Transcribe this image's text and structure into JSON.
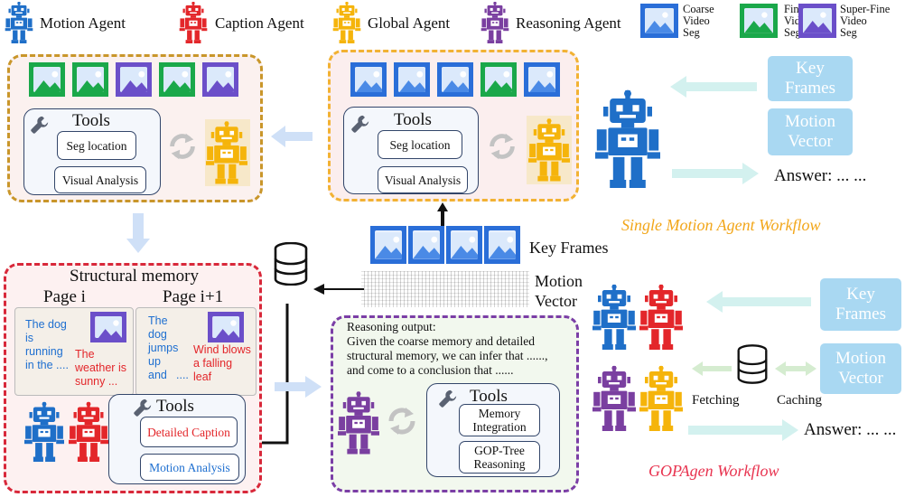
{
  "legend": {
    "motion_agent": "Motion Agent",
    "caption_agent": "Caption Agent",
    "global_agent": "Global Agent",
    "reasoning_agent": "Reasoning Agent",
    "coarse_line1": "Coarse",
    "coarse_line2": "Video",
    "coarse_line3": "Seg",
    "fine_line1": "Fine",
    "fine_line2": "Video",
    "fine_line3": "Seg",
    "superfine_line1": "Super-Fine",
    "superfine_line2": "Video",
    "superfine_line3": "Seg"
  },
  "top_left_panel": {
    "tools_title": "Tools",
    "btn_seg_location": "Seg location",
    "btn_visual_analysis": "Visual Analysis"
  },
  "top_middle_panel": {
    "tools_title": "Tools",
    "btn_seg_location": "Seg location",
    "btn_visual_analysis": "Visual Analysis"
  },
  "single_workflow": {
    "key_frames_line1": "Key",
    "key_frames_line2": "Frames",
    "motion_vector_line1": "Motion",
    "motion_vector_line2": "Vector",
    "answer": "Answer: ... ...",
    "title": "Single Motion Agent Workflow"
  },
  "middle_strip": {
    "key_frames": "Key Frames",
    "motion": "Motion",
    "vector": "Vector"
  },
  "memory_panel": {
    "title": "Structural memory",
    "page_i": "Page i",
    "page_i1": "Page i+1",
    "text_blue1": [
      "The dog",
      "is",
      "running",
      "in the ...."
    ],
    "text_red1": [
      "The",
      "weather is",
      "sunny ..."
    ],
    "text_blue2": [
      "The",
      "dog",
      "jumps",
      "up",
      "and"
    ],
    "text_blue2_tail": "....",
    "text_red2": [
      "Wind blows",
      "a falling",
      "leaf"
    ],
    "tools_title": "Tools",
    "btn_detailed_caption": "Detailed Caption",
    "btn_motion_analysis": "Motion Analysis"
  },
  "reasoning_panel": {
    "output_lines": [
      "Reasoning output:",
      "Given the coarse memory and detailed",
      "structural memory, we can infer that ......,",
      "and come to a conclusion that ......"
    ],
    "tools_title": "Tools",
    "btn_memory_line1": "Memory",
    "btn_memory_line2": "Integration",
    "btn_gop_line1": "GOP-Tree",
    "btn_gop_line2": "Reasoning"
  },
  "gopagen_workflow": {
    "key_frames_line1": "Key",
    "key_frames_line2": "Frames",
    "motion_vector_line1": "Motion",
    "motion_vector_line2": "Vector",
    "fetching": "Fetching",
    "caching": "Caching",
    "answer": "Answer: ... ...",
    "title": "GOPAgen Workflow"
  },
  "colors": {
    "motion_blue": "#1f6fc8",
    "caption_red": "#e3262a",
    "global_yellow": "#f5b40b",
    "reasoning_purple": "#7a3fa0",
    "panel_gold": "#c9962a",
    "panel_red": "#d8283a",
    "panel_purple": "#7b3ea6",
    "workflow_orange": "#f2a619",
    "workflow_red": "#e8334f"
  }
}
